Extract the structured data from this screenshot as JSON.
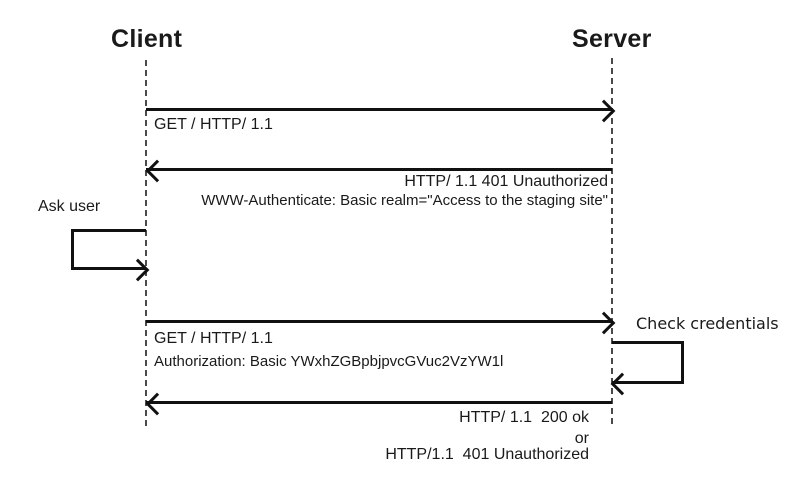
{
  "actors": {
    "client": "Client",
    "server": "Server"
  },
  "messages": {
    "m1": {
      "from": "client",
      "to": "server",
      "line1": "GET / HTTP/ 1.1"
    },
    "m2": {
      "from": "server",
      "to": "client",
      "line1": "HTTP/ 1.1 401 Unauthorized",
      "line2": "WWW-Authenticate: Basic realm=\"Access to the staging site\""
    },
    "m3": {
      "from": "client",
      "to": "server",
      "line1": "GET / HTTP/ 1.1",
      "line2": "Authorization: Basic YWxhZGBpbjpvcGVuc2VzYW1l"
    },
    "m4": {
      "from": "server",
      "to": "client",
      "line1": "HTTP/ 1.1  200 ok",
      "line2": "or",
      "line3": "HTTP/1.1  401 Unauthorized"
    }
  },
  "annotations": {
    "ask_user": "Ask user",
    "check_credentials": "Check credentials"
  },
  "colors": {
    "line": "#111111",
    "text": "#1a1a1a",
    "lifeline": "#4a4a4a",
    "background": "#ffffff"
  }
}
